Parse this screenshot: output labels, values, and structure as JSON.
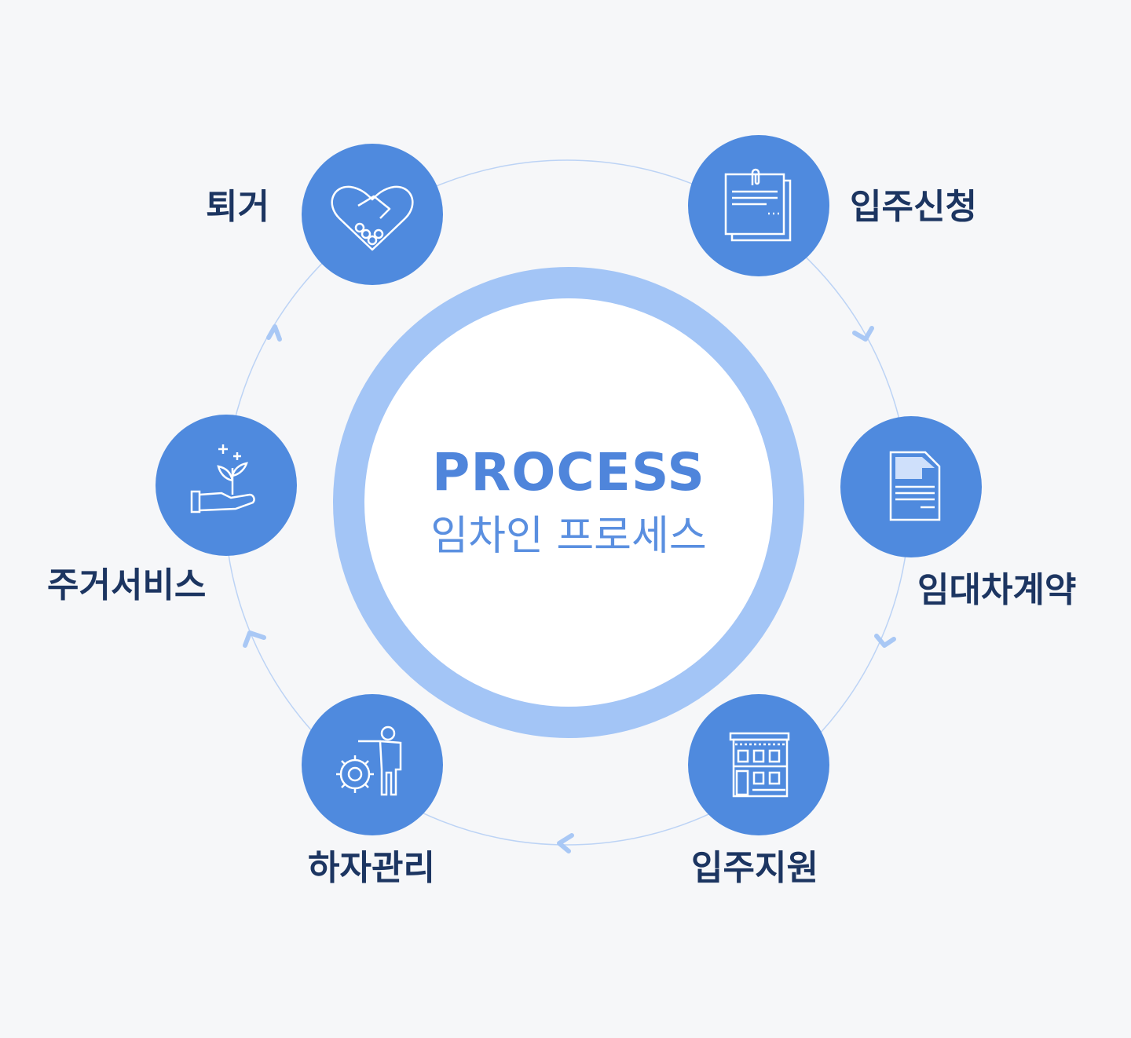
{
  "center": {
    "title": "PROCESS",
    "subtitle": "임차인 프로세스"
  },
  "colors": {
    "background": "#f6f7f9",
    "node_fill": "#4f8ade",
    "ring": "#a3c5f6",
    "track": "#bcd3f5",
    "label": "#1c3561",
    "title": "#4f85db"
  },
  "steps": [
    {
      "label": "입주신청",
      "icon": "application-form-icon"
    },
    {
      "label": "임대차계약",
      "icon": "contract-document-icon"
    },
    {
      "label": "입주지원",
      "icon": "building-icon"
    },
    {
      "label": "하자관리",
      "icon": "maintenance-gear-person-icon"
    },
    {
      "label": "주거서비스",
      "icon": "plant-in-hand-icon"
    },
    {
      "label": "퇴거",
      "icon": "handshake-heart-icon"
    }
  ]
}
